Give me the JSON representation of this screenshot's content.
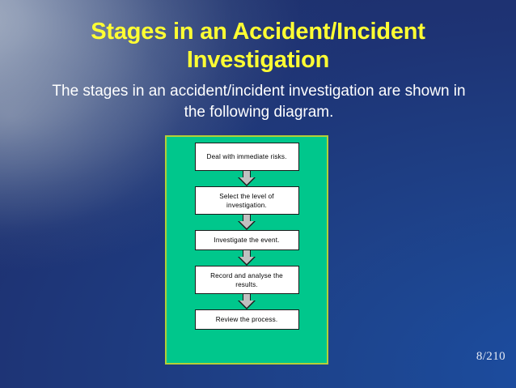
{
  "slide": {
    "title_line1": "Stages in an Accident/Incident",
    "title_line2": "Investigation",
    "subtitle": "The stages in an accident/incident investigation are shown in the following diagram.",
    "page_number": "8/210"
  },
  "colors": {
    "title_text": "#ffff33",
    "subtitle_text": "#ffffff",
    "panel_fill": "#00c78c",
    "panel_border": "#b5cf37",
    "box_fill": "#ffffff",
    "box_border": "#1a1a1a",
    "arrow_fill": "#c0c0c0",
    "background_navy": "#1d3f87",
    "background_glow": "#b7c0cd"
  },
  "diagram": {
    "type": "flowchart",
    "orientation": "vertical",
    "connector": "down-block-arrow",
    "steps": [
      {
        "index": 1,
        "label": "Deal with immediate risks."
      },
      {
        "index": 2,
        "label": "Select the level of investigation."
      },
      {
        "index": 3,
        "label": "Investigate the event."
      },
      {
        "index": 4,
        "label": "Record and analyse the results."
      },
      {
        "index": 5,
        "label": "Review the process."
      }
    ]
  }
}
